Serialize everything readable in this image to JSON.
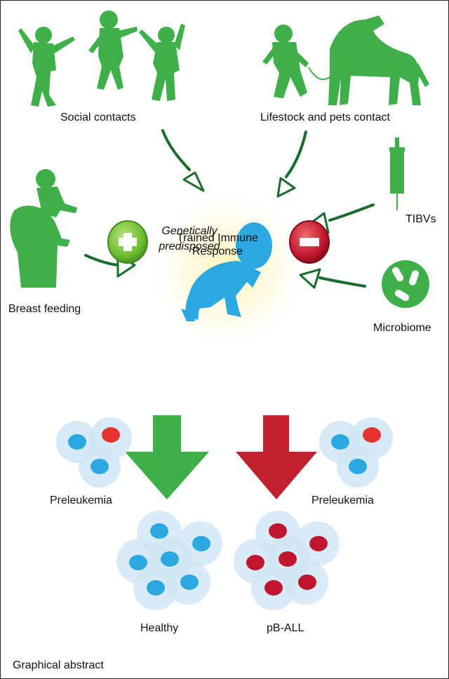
{
  "labels": {
    "social_contacts": "Social contacts",
    "livestock_pets": "Lifestock and pets contact",
    "tibvs": "TIBVs",
    "breast_feeding": "Breast feeding",
    "microbiome": "Microbiome",
    "genetically": "Genetically",
    "predisposed": "predisposed",
    "trained_line1": "Trained Immune",
    "trained_line2": "Response",
    "preleukemia_left": "Preleukemia",
    "preleukemia_right": "Preleukemia",
    "healthy": "Healthy",
    "pb_all": "pB-ALL",
    "caption": "Graphical abstract"
  },
  "colors": {
    "silhouette_green": "#3fb049",
    "arrow_dark_green": "#1a6b2e",
    "baby_blue": "#2ba8e0",
    "cell_halo": "#cfe6f5",
    "cell_blue": "#2ba8e0",
    "cell_red": "#e8322f",
    "cell_darkred": "#c0162d",
    "healthy_arrow": "#3fb049",
    "disease_arrow": "#c0202f",
    "plus_badge": "#6cbb2e",
    "minus_badge": "#c0162d"
  }
}
